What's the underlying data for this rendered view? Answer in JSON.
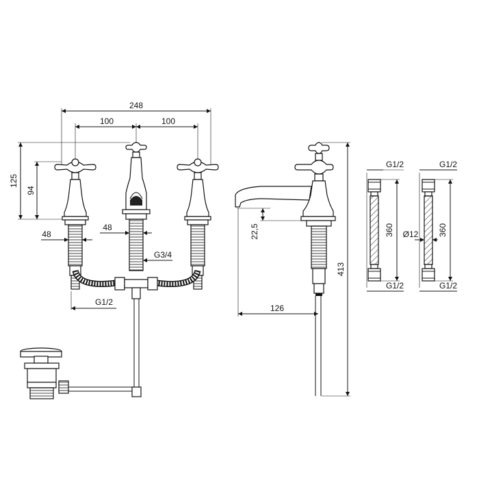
{
  "dimensions": {
    "overall_width": "248",
    "spacing_left": "100",
    "spacing_right": "100",
    "overall_height": "125",
    "handle_height": "94",
    "shank_left": "48",
    "shank_center": "48",
    "thread_center": "G3/4",
    "thread_bottom": "G1/2",
    "spout_rise": "22,5",
    "total_height": "413",
    "spout_reach": "126",
    "hose1_top": "G1/2",
    "hose1_bottom": "G1/2",
    "hose1_length": "360",
    "hose2_top": "G1/2",
    "hose2_bottom": "G1/2",
    "hose2_length": "360",
    "hose2_diameter": "Ø12"
  }
}
